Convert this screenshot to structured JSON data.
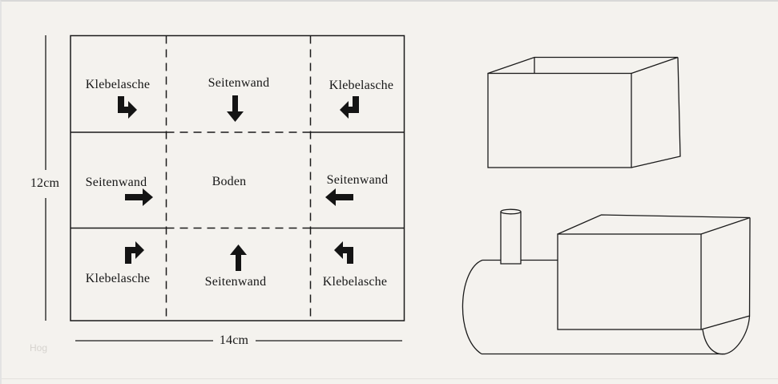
{
  "template": {
    "cells": [
      {
        "label": "Klebelasche",
        "arrow": "down-right"
      },
      {
        "label": "Seitenwand",
        "arrow": "down"
      },
      {
        "label": "Klebelasche",
        "arrow": "down-left"
      },
      {
        "label": "Seitenwand",
        "arrow": "right"
      },
      {
        "label": "Boden",
        "arrow": "none"
      },
      {
        "label": "Seitenwand",
        "arrow": "left"
      },
      {
        "label": "Klebelasche",
        "arrow": "up-right"
      },
      {
        "label": "Seitenwand",
        "arrow": "up"
      },
      {
        "label": "Klebelasche",
        "arrow": "up-left"
      }
    ],
    "height_label": "12cm",
    "width_label": "14cm"
  },
  "illustrations": {
    "box_sketch": "open-box-3d-sketch",
    "locomotive_sketch": "locomotive-3d-sketch"
  },
  "watermark": "Hog",
  "colors": {
    "background": "#f4f2ee",
    "line": "#1b1b1b",
    "arrow": "#141414",
    "text": "#181818",
    "watermark": "#d6d3ce"
  }
}
